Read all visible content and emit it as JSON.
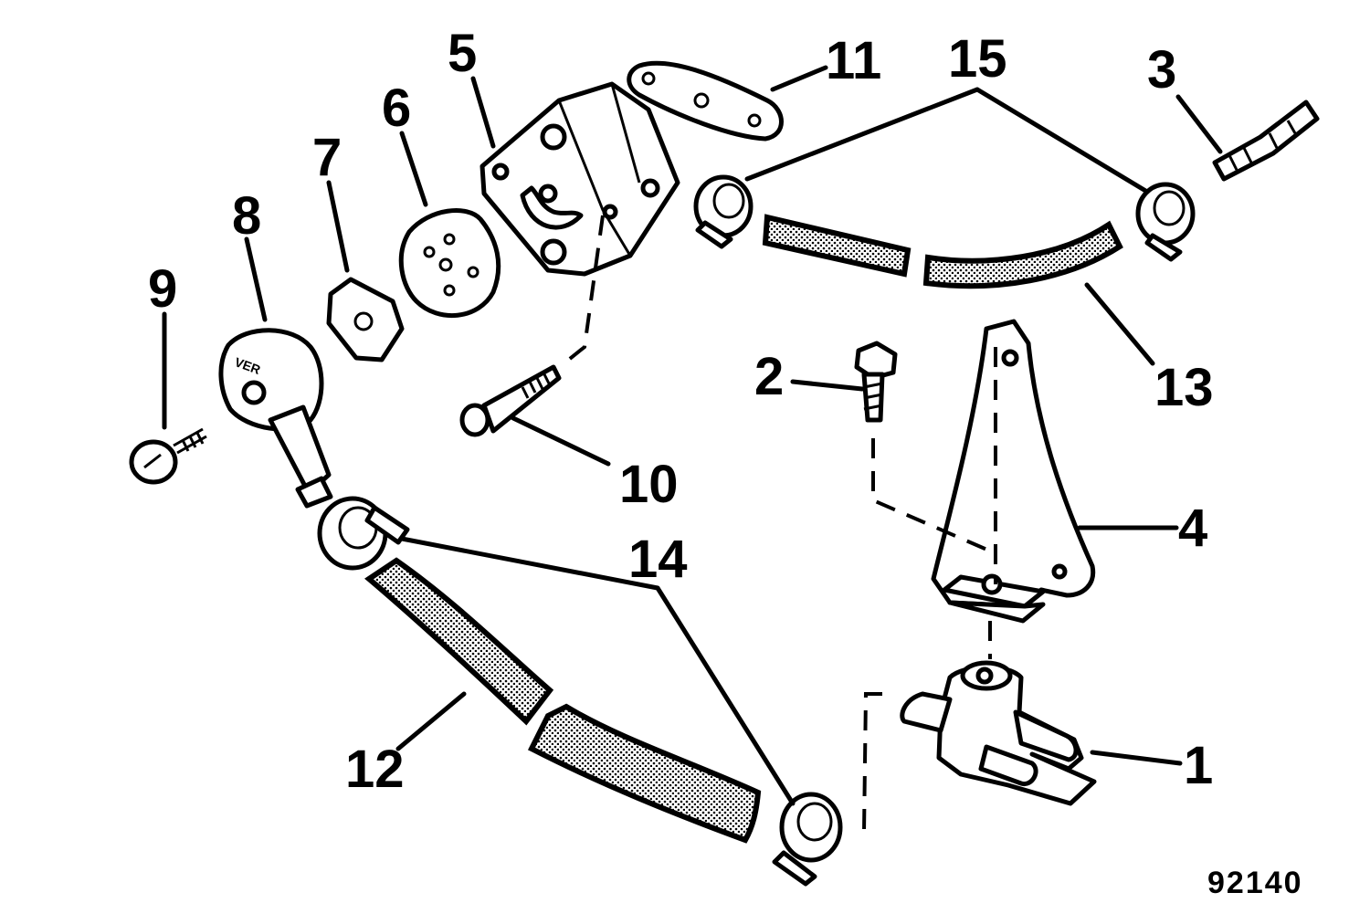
{
  "diagram": {
    "figure_number": "92140",
    "callouts": {
      "c1": "1",
      "c2": "2",
      "c3": "3",
      "c4": "4",
      "c5": "5",
      "c6": "6",
      "c7": "7",
      "c8": "8",
      "c9": "9",
      "c10": "10",
      "c11": "11",
      "c12": "12",
      "c13": "13",
      "c14": "14",
      "c15": "15"
    },
    "part_marking": "VER"
  }
}
